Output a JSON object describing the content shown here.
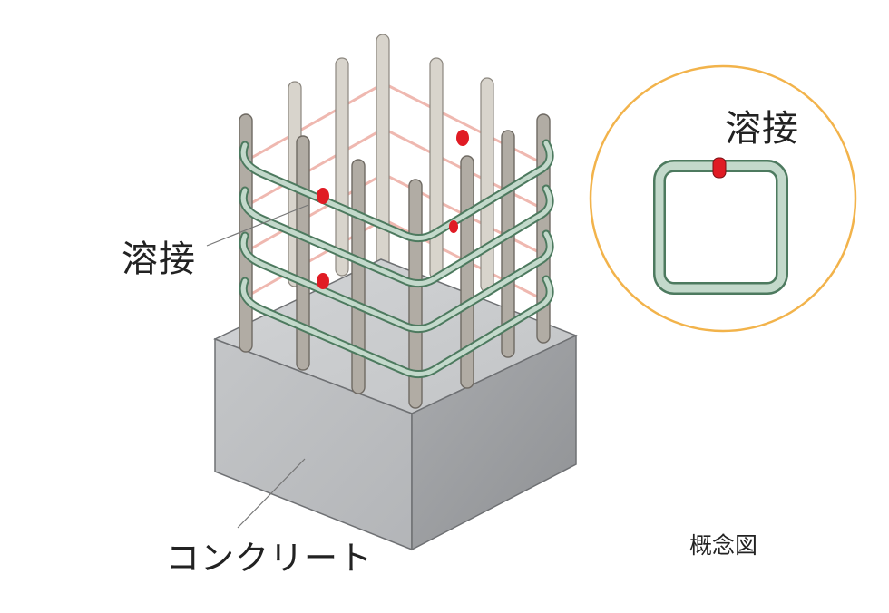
{
  "labels": {
    "weld_main": "溶接",
    "weld_detail": "溶接",
    "concrete": "コンクリート",
    "concept": "概念図"
  },
  "colors": {
    "concrete_top": "#c9cbcd",
    "concrete_left": "#bfc1c3",
    "concrete_right": "#9d9fa2",
    "rebar": "#b1aca4",
    "rebar_outline": "#6f6a63",
    "hoop": "#c3d9cb",
    "hoop_outline": "#4d7a5f",
    "weld_point": "#e01b24",
    "back_hoop": "#efb8b0",
    "inset_circle": "#f2b34b"
  }
}
